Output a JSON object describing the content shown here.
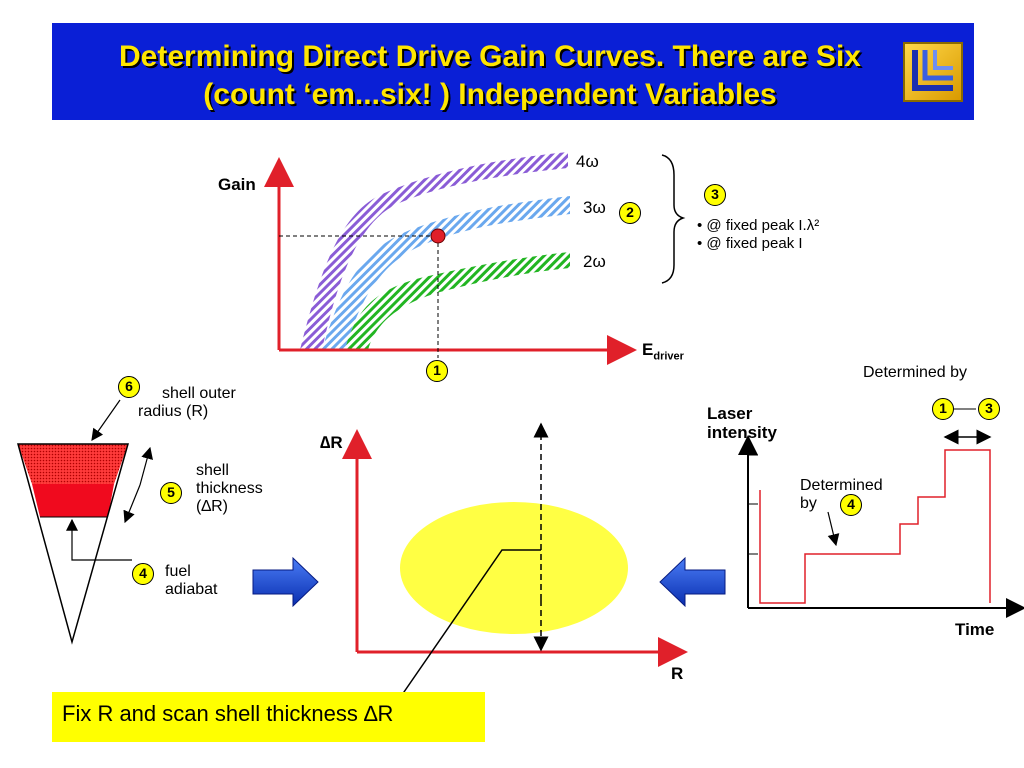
{
  "title": {
    "line1": "Determining Direct Drive Gain Curves. There are Six",
    "line2": "(count ‘em...six! ) Independent Variables"
  },
  "gain_plot": {
    "ylabel": "Gain",
    "xlabel_main": "E",
    "xlabel_sub": "driver",
    "curves": [
      {
        "label": "4ω",
        "color": "#8a5cd6"
      },
      {
        "label": "3ω",
        "color": "#6aa8ee"
      },
      {
        "label": "2ω",
        "color": "#22b522"
      }
    ],
    "brace_items": [
      "• @ fixed peak I.λ²",
      "• @ fixed peak I"
    ]
  },
  "badges": {
    "b1": "1",
    "b2": "2",
    "b3": "3",
    "b4": "4",
    "b5": "5",
    "b6": "6"
  },
  "cone": {
    "shell_outer_radius": [
      "shell outer",
      "radius (R)"
    ],
    "shell_thickness": [
      "shell",
      "thickness",
      "(∆R)"
    ],
    "fuel_adiabat": [
      "fuel",
      "adiabat"
    ]
  },
  "scan_plot": {
    "ylabel": "∆R",
    "xlabel": "R",
    "ellipse_color": "#ffff44"
  },
  "laser_plot": {
    "ylabel": [
      "Laser",
      "intensity"
    ],
    "xlabel": "Time",
    "determined_by_top": "Determined by",
    "determined_by_mid": [
      "Determined",
      "by"
    ],
    "pulse_color": "#e0202a"
  },
  "note": "Fix R and scan shell thickness ∆R"
}
